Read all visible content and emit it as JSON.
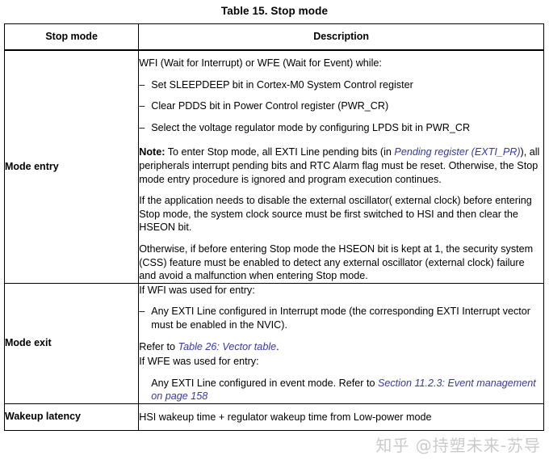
{
  "caption": "Table 15. Stop mode",
  "link_color": "#3737b0",
  "watermark": "知乎 @持塑未来-苏导",
  "table": {
    "headers": {
      "mode": "Stop mode",
      "description": "Description"
    },
    "rows": {
      "mode_entry": {
        "label": "Mode entry",
        "lead": "WFI (Wait for Interrupt) or WFE (Wait for Event) while:",
        "bullets": [
          "Set SLEEPDEEP bit in Cortex-M0 System Control register",
          "Clear PDDS bit in Power Control register (PWR_CR)",
          "Select the voltage regulator mode by configuring LPDS bit in PWR_CR"
        ],
        "dash": "–",
        "note": {
          "label": "Note:",
          "text_before": " To enter Stop mode, all EXTI Line pending bits (in ",
          "link": "Pending register (EXTI_PR)",
          "text_after": "), all peripherals interrupt pending bits and RTC Alarm flag must be reset. Otherwise, the Stop mode entry procedure is ignored and program execution continues."
        },
        "paragraph_2": "If the application needs to disable the external oscillator( external clock) before entering Stop mode, the system clock source must be first switched to HSI and then clear the HSEON bit.",
        "paragraph_3": "Otherwise, if before entering Stop mode the HSEON bit is kept at 1, the security system (CSS) feature must be enabled to detect any external oscillator (external clock) failure and avoid a malfunction when entering Stop mode."
      },
      "mode_exit": {
        "label": "Mode exit",
        "wfi_lead": "If WFI was used for entry:",
        "dash": "–",
        "wfi_bullet": "Any EXTI Line configured in Interrupt mode (the corresponding EXTI Interrupt vector must be enabled in the NVIC).",
        "refer_prefix": "Refer to ",
        "refer_link": "Table 26: Vector table",
        "refer_suffix": ".",
        "wfe_lead": "If WFE was used for entry:",
        "wfe_text_before": "Any EXTI Line configured in event mode. Refer to ",
        "wfe_link": "Section 11.2.3: Event management on page 158"
      },
      "wakeup_latency": {
        "label": "Wakeup latency",
        "value": "HSI wakeup time + regulator wakeup time from Low-power mode"
      }
    }
  }
}
